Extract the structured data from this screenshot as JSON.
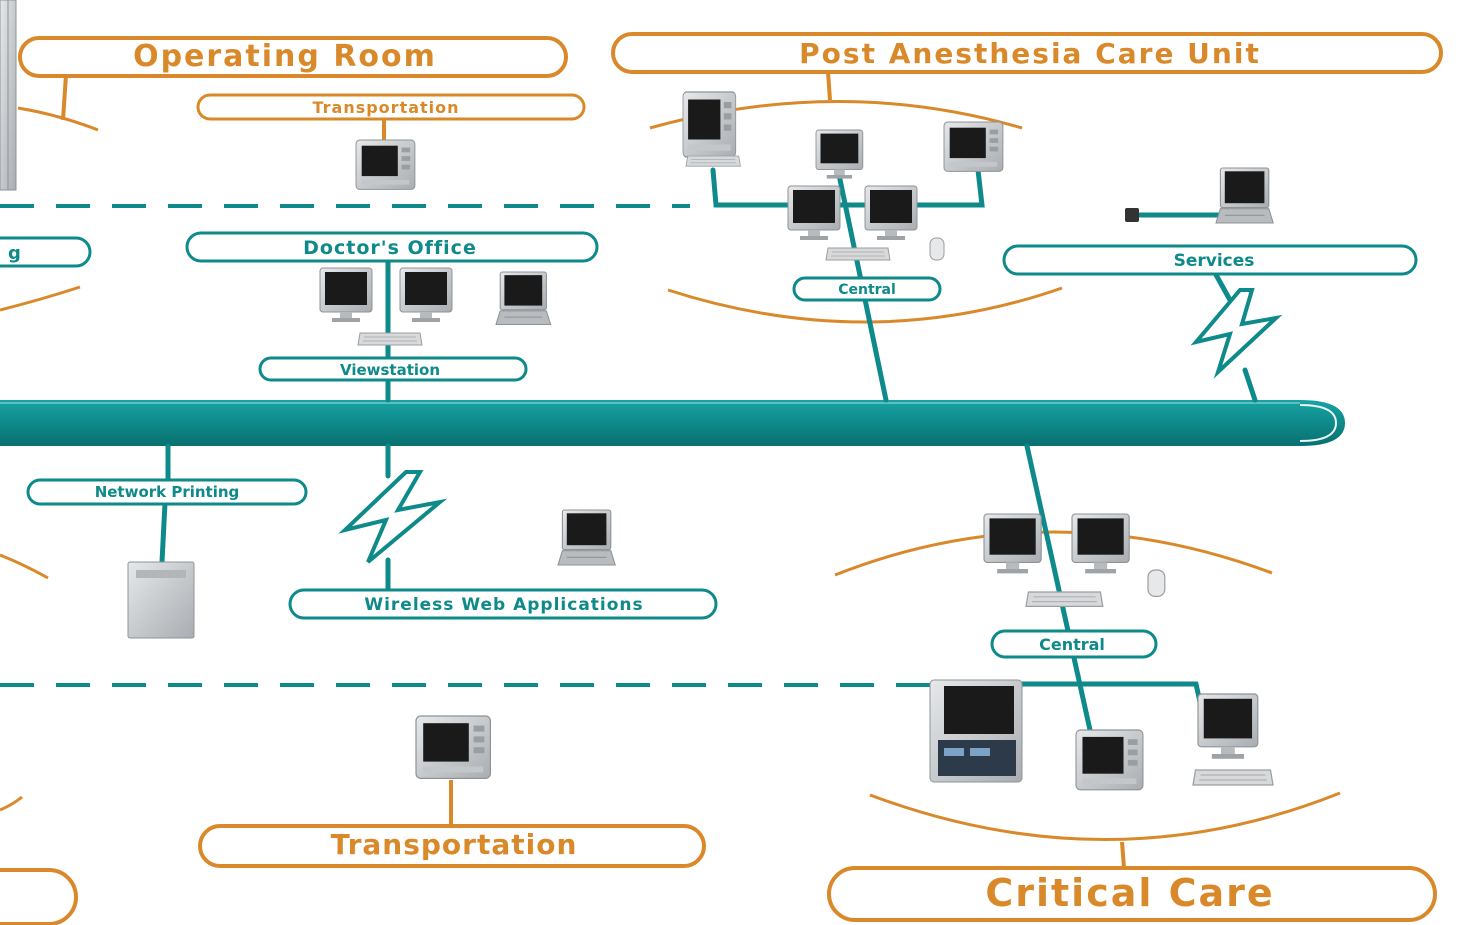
{
  "colors": {
    "teal": "#0e8a8a",
    "teal_dark": "#0a6f70",
    "orange": "#d9892a",
    "device_gray": "#c9ccce",
    "screen": "#1a1a1a"
  },
  "labels": {
    "operating_room": "Operating Room",
    "transportation_top": "Transportation",
    "pacu": "Post Anesthesia Care Unit",
    "doctors_office": "Doctor's Office",
    "viewstation": "Viewstation",
    "central_pacu": "Central",
    "services": "Services",
    "network_printing": "Network Printing",
    "wireless_web": "Wireless Web Applications",
    "central_critical": "Central",
    "transportation_bottom": "Transportation",
    "critical_care": "Critical Care",
    "partial_left": "g"
  },
  "icons": {
    "network_backbone": "network-backbone",
    "wireless": "lightning-bolt-icon",
    "monitor": "monitor-icon",
    "laptop": "laptop-icon",
    "patient_monitor": "patient-monitor-icon",
    "printer": "printer-icon",
    "keyboard": "keyboard-icon",
    "mouse": "mouse-icon"
  }
}
